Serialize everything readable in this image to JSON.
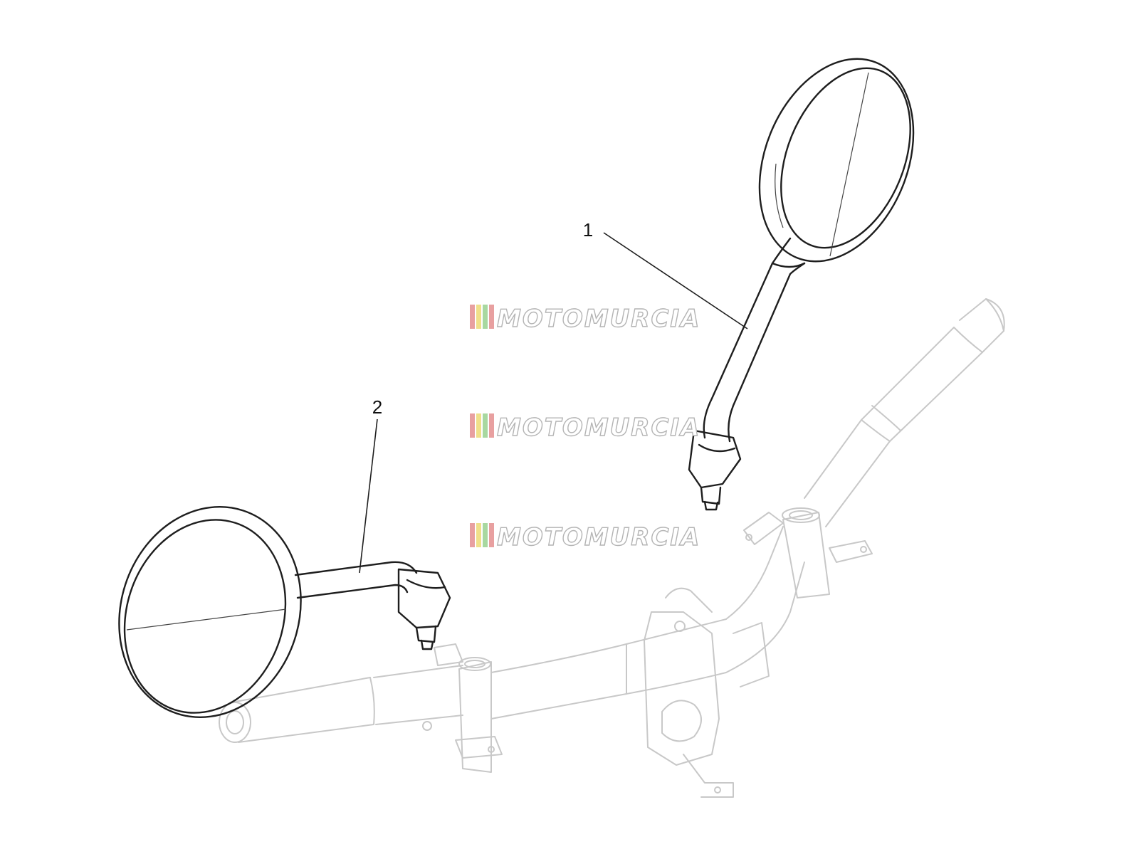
{
  "diagram": {
    "callouts": [
      {
        "id": "1",
        "label": "1",
        "part": "right rear-view mirror"
      },
      {
        "id": "2",
        "label": "2",
        "part": "left rear-view mirror"
      }
    ]
  },
  "watermark": {
    "text": "MOTOMURCIA",
    "count": 3,
    "stripe_colors": [
      "#e8a0a0",
      "#f0e08a",
      "#a8d8a0",
      "#e8a0a0"
    ]
  },
  "colors": {
    "part_line": "#1e1e1e",
    "context_line": "#c8c8c8",
    "background": "#ffffff"
  }
}
